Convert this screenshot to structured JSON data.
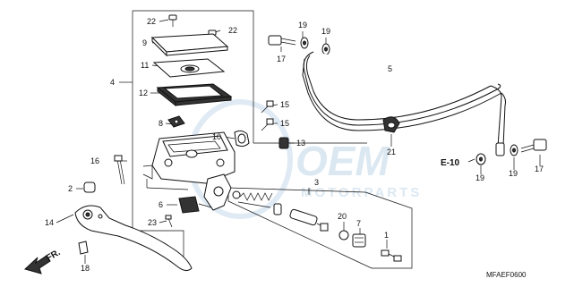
{
  "diagram": {
    "callouts": {
      "c1": "1",
      "c2": "2",
      "c3": "3",
      "c4": "4",
      "c5": "5",
      "c6": "6",
      "c7": "7",
      "c8": "8",
      "c9": "9",
      "c10": "10",
      "c11": "11",
      "c12": "12",
      "c13": "13",
      "c14": "14",
      "c15a": "15",
      "c15b": "15",
      "c16": "16",
      "c17a": "17",
      "c17b": "17",
      "c18": "18",
      "c19a": "19",
      "c19b": "19",
      "c19c": "19",
      "c19d": "19",
      "c20": "20",
      "c21": "21",
      "c22a": "22",
      "c22b": "22",
      "c23": "23"
    },
    "ref_label": "E-10",
    "front_label": "FR.",
    "code": "MFAEF0600",
    "watermark": {
      "brand": "OEM",
      "sub": "MOTORPARTS"
    },
    "colors": {
      "line": "#111111",
      "watermark": "#c9dcec"
    }
  }
}
